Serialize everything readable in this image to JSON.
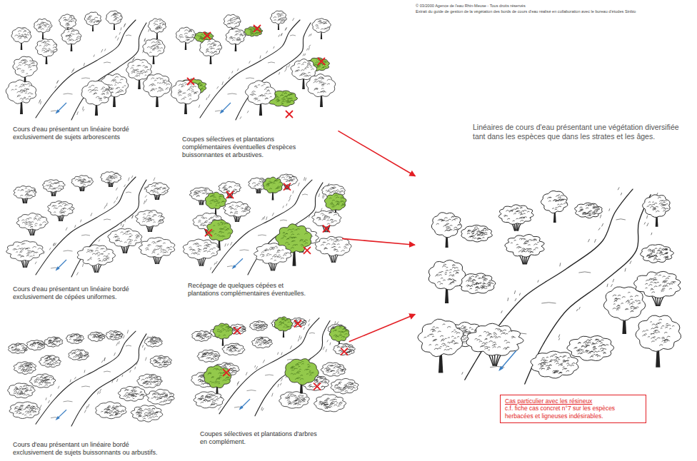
{
  "diagram": {
    "nodes": [
      {
        "text": [
          "Cours d'eau présentant un linéaire bordé exclusivement de sujets arborescents"
        ]
      },
      {
        "text": [
          "Cours d'eau présentant un linéaire bordé exclusivement de cépées uniformes."
        ]
      },
      {
        "text": [
          "Cours d'eau présentant un linéaire bordé exclusivement de sujets buissonnants ou arbustifs."
        ]
      },
      {
        "text": [
          "Coupes sélectives et plantations complémentaires éventuelles d'espèces buissonnantes et arbustives."
        ]
      },
      {
        "text": [
          "Recépage de quelques cépées et plantations complémentaires éventuelles."
        ]
      },
      {
        "text": [
          "Coupes sélectives et plantations d'arbres en complément."
        ]
      },
      {
        "text": [
          "Linéaires de cours d'eau présentant une végétation diversifiée tant dans les espèces que dans les strates et les âges."
        ]
      },
      {
        "text": [
          "Cas particulier avec les résineux",
          "c.f. fiche cas concret n°7 sur les espèces herbacées et ligneuses indésirables."
        ]
      }
    ],
    "edges": [
      {
        "from": 3,
        "to": 6,
        "arrow": "to"
      },
      {
        "from": 4,
        "to": 6,
        "arrow": "to"
      },
      {
        "from": 5,
        "to": 6,
        "arrow": "to"
      }
    ],
    "labels": [
      "© 03/2000 Agence de l'eau Rhin-Meuse - Tous droits réservés",
      "Extrait du guide de gestion de la végétation des bords de cours d'eau réalisé en collaboration avec le bureau d'études Sinbio"
    ]
  }
}
